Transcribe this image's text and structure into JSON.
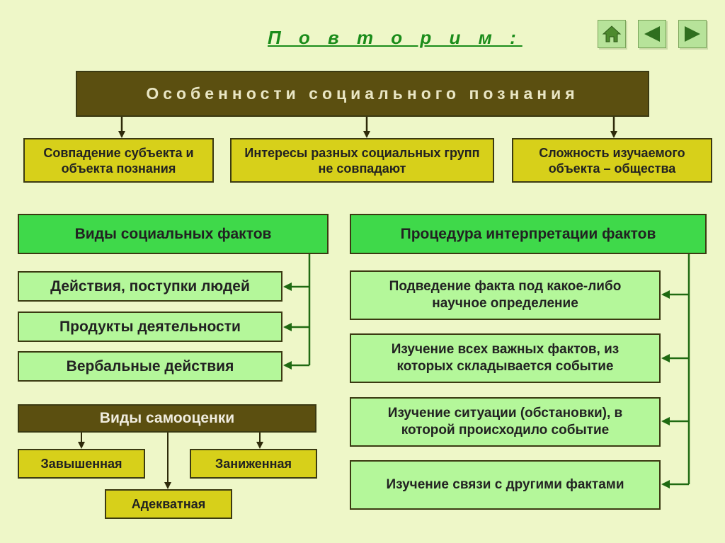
{
  "title": "П о в т о р и м :",
  "nav": {
    "home": "home-icon",
    "prev": "arrow-left-icon",
    "next": "arrow-right-icon"
  },
  "colors": {
    "background": "#eef7c8",
    "olive": "#d7d01a",
    "dark": "#5b4f10",
    "green": "#3fd94a",
    "light_green": "#b4f79a",
    "title": "#1a8c1a"
  },
  "top": {
    "header": "Особенности социального познания",
    "items": [
      "Совпадение субъекта и объекта познания",
      "Интересы разных социальных групп не совпадают",
      "Сложность изучаемого объекта – общества"
    ]
  },
  "facts": {
    "header": "Виды социальных фактов",
    "items": [
      "Действия, поступки людей",
      "Продукты деятельности",
      "Вербальные действия"
    ]
  },
  "interpretation": {
    "header": "Процедура интерпретации фактов",
    "items": [
      "Подведение факта под какое-либо научное определение",
      "Изучение всех важных фактов, из которых складывается событие",
      "Изучение ситуации (обстановки), в которой происходило событие",
      "Изучение связи с другими фактами"
    ]
  },
  "self_esteem": {
    "header": "Виды самооценки",
    "items": [
      "Завышенная",
      "Заниженная",
      "Адекватная"
    ]
  }
}
